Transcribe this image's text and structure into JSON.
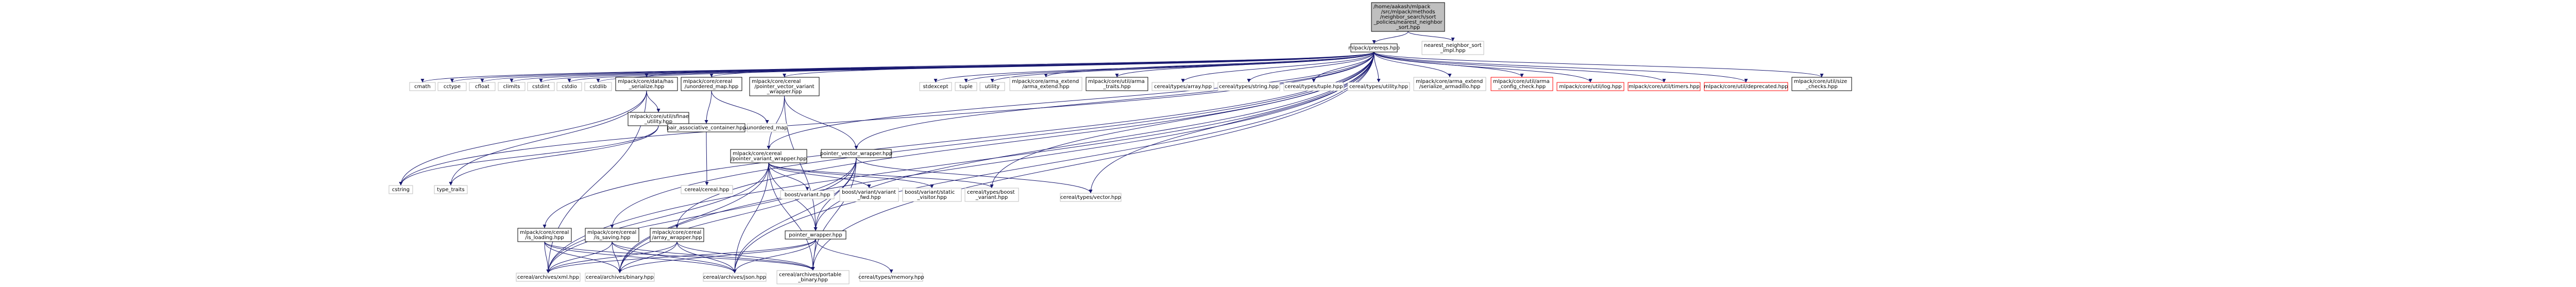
{
  "colors": {
    "edge": "#191970",
    "root_fill": "#bfbfbf",
    "documented_border": "#000000",
    "undocumented_border": "#bfbfbf",
    "missing_border": "#ff0000",
    "missing_text": "#ff0000"
  },
  "nodes": [
    {
      "id": "root",
      "lines": [
        "/home/aakash/mlpack",
        "/src/mlpack/methods",
        "/neighbor_search/sort",
        "_policies/nearest_neighbor",
        "_sort.hpp"
      ],
      "kind": "root"
    },
    {
      "id": "prereqs",
      "lines": [
        "mlpack/prereqs.hpp"
      ],
      "kind": "doc"
    },
    {
      "id": "nns_impl",
      "lines": [
        "nearest_neighbor_sort",
        "_impl.hpp"
      ],
      "kind": "undoc"
    },
    {
      "id": "cmath",
      "lines": [
        "cmath"
      ],
      "kind": "undoc"
    },
    {
      "id": "cctype",
      "lines": [
        "cctype"
      ],
      "kind": "undoc"
    },
    {
      "id": "cfloat",
      "lines": [
        "cfloat"
      ],
      "kind": "undoc"
    },
    {
      "id": "climits",
      "lines": [
        "climits"
      ],
      "kind": "undoc"
    },
    {
      "id": "cstdint",
      "lines": [
        "cstdint"
      ],
      "kind": "undoc"
    },
    {
      "id": "cstdio",
      "lines": [
        "cstdio"
      ],
      "kind": "undoc"
    },
    {
      "id": "cstdlib",
      "lines": [
        "cstdlib"
      ],
      "kind": "undoc"
    },
    {
      "id": "has_serialize",
      "lines": [
        "mlpack/core/data/has",
        "_serialize.hpp"
      ],
      "kind": "doc"
    },
    {
      "id": "unordered_map_hpp",
      "lines": [
        "mlpack/core/cereal",
        "/unordered_map.hpp"
      ],
      "kind": "doc"
    },
    {
      "id": "pvvw",
      "lines": [
        "mlpack/core/cereal",
        "/pointer_vector_variant",
        "_wrapper.hpp"
      ],
      "kind": "doc"
    },
    {
      "id": "stdexcept",
      "lines": [
        "stdexcept"
      ],
      "kind": "undoc"
    },
    {
      "id": "tuple",
      "lines": [
        "tuple"
      ],
      "kind": "undoc"
    },
    {
      "id": "utility",
      "lines": [
        "utility"
      ],
      "kind": "undoc"
    },
    {
      "id": "arma_extend",
      "lines": [
        "mlpack/core/arma_extend",
        "/arma_extend.hpp"
      ],
      "kind": "undoc"
    },
    {
      "id": "arma_traits",
      "lines": [
        "mlpack/core/util/arma",
        "_traits.hpp"
      ],
      "kind": "doc"
    },
    {
      "id": "types_array",
      "lines": [
        "cereal/types/array.hpp"
      ],
      "kind": "undoc"
    },
    {
      "id": "types_string",
      "lines": [
        "cereal/types/string.hpp"
      ],
      "kind": "undoc"
    },
    {
      "id": "types_tuple",
      "lines": [
        "cereal/types/tuple.hpp"
      ],
      "kind": "undoc"
    },
    {
      "id": "types_utility",
      "lines": [
        "cereal/types/utility.hpp"
      ],
      "kind": "undoc"
    },
    {
      "id": "serialize_armadillo",
      "lines": [
        "mlpack/core/arma_extend",
        "/serialize_armadillo.hpp"
      ],
      "kind": "undoc"
    },
    {
      "id": "arma_config_check",
      "lines": [
        "mlpack/core/util/arma",
        "_config_check.hpp"
      ],
      "kind": "missing"
    },
    {
      "id": "log_hpp",
      "lines": [
        "mlpack/core/util/log.hpp"
      ],
      "kind": "missing"
    },
    {
      "id": "timers_hpp",
      "lines": [
        "mlpack/core/util/timers.hpp"
      ],
      "kind": "missing"
    },
    {
      "id": "deprecated_hpp",
      "lines": [
        "mlpack/core/util/deprecated.hpp"
      ],
      "kind": "missing"
    },
    {
      "id": "size_checks",
      "lines": [
        "mlpack/core/util/size",
        "_checks.hpp"
      ],
      "kind": "doc"
    },
    {
      "id": "sfinae",
      "lines": [
        "mlpack/core/util/sfinae",
        "_utility.hpp"
      ],
      "kind": "doc"
    },
    {
      "id": "pair_assoc",
      "lines": [
        "pair_associative_container.hpp"
      ],
      "kind": "doc"
    },
    {
      "id": "unordered_map",
      "lines": [
        "unordered_map"
      ],
      "kind": "undoc"
    },
    {
      "id": "pvw",
      "lines": [
        "mlpack/core/cereal",
        "/pointer_variant_wrapper.hpp"
      ],
      "kind": "doc"
    },
    {
      "id": "pvecw",
      "lines": [
        "pointer_vector_wrapper.hpp"
      ],
      "kind": "doc"
    },
    {
      "id": "cstring",
      "lines": [
        "cstring"
      ],
      "kind": "undoc"
    },
    {
      "id": "type_traits",
      "lines": [
        "type_traits"
      ],
      "kind": "undoc"
    },
    {
      "id": "cereal_hpp",
      "lines": [
        "cereal/cereal.hpp"
      ],
      "kind": "undoc"
    },
    {
      "id": "boost_variant",
      "lines": [
        "boost/variant.hpp"
      ],
      "kind": "undoc"
    },
    {
      "id": "boost_variant_fwd",
      "lines": [
        "boost/variant/variant",
        "_fwd.hpp"
      ],
      "kind": "undoc"
    },
    {
      "id": "boost_static_visitor",
      "lines": [
        "boost/variant/static",
        "_visitor.hpp"
      ],
      "kind": "undoc"
    },
    {
      "id": "types_boost_variant",
      "lines": [
        "cereal/types/boost",
        "_variant.hpp"
      ],
      "kind": "undoc"
    },
    {
      "id": "types_vector",
      "lines": [
        "cereal/types/vector.hpp"
      ],
      "kind": "undoc"
    },
    {
      "id": "is_loading",
      "lines": [
        "mlpack/core/cereal",
        "/is_loading.hpp"
      ],
      "kind": "doc"
    },
    {
      "id": "is_saving",
      "lines": [
        "mlpack/core/cereal",
        "/is_saving.hpp"
      ],
      "kind": "doc"
    },
    {
      "id": "array_wrapper",
      "lines": [
        "mlpack/core/cereal",
        "/array_wrapper.hpp"
      ],
      "kind": "doc"
    },
    {
      "id": "pointer_wrapper",
      "lines": [
        "pointer_wrapper.hpp"
      ],
      "kind": "doc"
    },
    {
      "id": "xml",
      "lines": [
        "cereal/archives/xml.hpp"
      ],
      "kind": "undoc"
    },
    {
      "id": "binary",
      "lines": [
        "cereal/archives/binary.hpp"
      ],
      "kind": "undoc"
    },
    {
      "id": "json",
      "lines": [
        "cereal/archives/json.hpp"
      ],
      "kind": "undoc"
    },
    {
      "id": "portable_binary",
      "lines": [
        "cereal/archives/portable",
        "_binary.hpp"
      ],
      "kind": "undoc"
    },
    {
      "id": "memory",
      "lines": [
        "cereal/types/memory.hpp"
      ],
      "kind": "undoc"
    }
  ],
  "edges": [
    [
      "root",
      "prereqs"
    ],
    [
      "root",
      "nns_impl"
    ],
    [
      "prereqs",
      "cmath"
    ],
    [
      "prereqs",
      "cctype"
    ],
    [
      "prereqs",
      "cfloat"
    ],
    [
      "prereqs",
      "climits"
    ],
    [
      "prereqs",
      "cstdint"
    ],
    [
      "prereqs",
      "cstdio"
    ],
    [
      "prereqs",
      "cstdlib"
    ],
    [
      "prereqs",
      "cstring"
    ],
    [
      "prereqs",
      "has_serialize"
    ],
    [
      "prereqs",
      "unordered_map_hpp"
    ],
    [
      "prereqs",
      "pvvw"
    ],
    [
      "prereqs",
      "stdexcept"
    ],
    [
      "prereqs",
      "tuple"
    ],
    [
      "prereqs",
      "utility"
    ],
    [
      "prereqs",
      "arma_extend"
    ],
    [
      "prereqs",
      "arma_traits"
    ],
    [
      "prereqs",
      "types_array"
    ],
    [
      "prereqs",
      "types_string"
    ],
    [
      "prereqs",
      "types_tuple"
    ],
    [
      "prereqs",
      "types_utility"
    ],
    [
      "prereqs",
      "serialize_armadillo"
    ],
    [
      "prereqs",
      "arma_config_check"
    ],
    [
      "prereqs",
      "log_hpp"
    ],
    [
      "prereqs",
      "timers_hpp"
    ],
    [
      "prereqs",
      "deprecated_hpp"
    ],
    [
      "prereqs",
      "size_checks"
    ],
    [
      "prereqs",
      "pvw"
    ],
    [
      "prereqs",
      "pvecw"
    ],
    [
      "prereqs",
      "is_loading"
    ],
    [
      "prereqs",
      "is_saving"
    ],
    [
      "prereqs",
      "array_wrapper"
    ],
    [
      "prereqs",
      "pointer_wrapper"
    ],
    [
      "prereqs",
      "types_vector"
    ],
    [
      "prereqs",
      "types_boost_variant"
    ],
    [
      "prereqs",
      "xml"
    ],
    [
      "prereqs",
      "binary"
    ],
    [
      "prereqs",
      "json"
    ],
    [
      "prereqs",
      "portable_binary"
    ],
    [
      "has_serialize",
      "sfinae"
    ],
    [
      "has_serialize",
      "type_traits"
    ],
    [
      "has_serialize",
      "cstring"
    ],
    [
      "has_serialize",
      "xml"
    ],
    [
      "sfinae",
      "cstring"
    ],
    [
      "sfinae",
      "type_traits"
    ],
    [
      "unordered_map_hpp",
      "pair_assoc"
    ],
    [
      "unordered_map_hpp",
      "unordered_map"
    ],
    [
      "pair_assoc",
      "cereal_hpp"
    ],
    [
      "pvvw",
      "pvw"
    ],
    [
      "pvvw",
      "pvecw"
    ],
    [
      "pvvw",
      "pointer_wrapper"
    ],
    [
      "pvw",
      "boost_variant"
    ],
    [
      "pvw",
      "boost_variant_fwd"
    ],
    [
      "pvw",
      "boost_static_visitor"
    ],
    [
      "pvw",
      "types_boost_variant"
    ],
    [
      "pvw",
      "pointer_wrapper"
    ],
    [
      "pvw",
      "xml"
    ],
    [
      "pvw",
      "binary"
    ],
    [
      "pvw",
      "json"
    ],
    [
      "pvw",
      "portable_binary"
    ],
    [
      "pvecw",
      "types_vector"
    ],
    [
      "pvecw",
      "pointer_wrapper"
    ],
    [
      "pvecw",
      "xml"
    ],
    [
      "pvecw",
      "binary"
    ],
    [
      "pvecw",
      "json"
    ],
    [
      "pvecw",
      "portable_binary"
    ],
    [
      "is_loading",
      "xml"
    ],
    [
      "is_loading",
      "binary"
    ],
    [
      "is_loading",
      "json"
    ],
    [
      "is_loading",
      "portable_binary"
    ],
    [
      "is_saving",
      "xml"
    ],
    [
      "is_saving",
      "binary"
    ],
    [
      "is_saving",
      "json"
    ],
    [
      "is_saving",
      "portable_binary"
    ],
    [
      "array_wrapper",
      "xml"
    ],
    [
      "array_wrapper",
      "binary"
    ],
    [
      "array_wrapper",
      "json"
    ],
    [
      "array_wrapper",
      "portable_binary"
    ],
    [
      "pointer_wrapper",
      "memory"
    ],
    [
      "pointer_wrapper",
      "xml"
    ],
    [
      "pointer_wrapper",
      "binary"
    ],
    [
      "pointer_wrapper",
      "json"
    ],
    [
      "pointer_wrapper",
      "portable_binary"
    ]
  ]
}
